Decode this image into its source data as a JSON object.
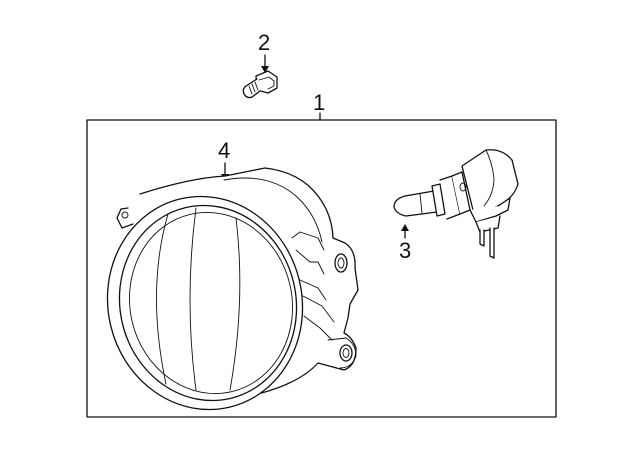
{
  "diagram": {
    "callouts": {
      "assembly": "1",
      "bolt": "2",
      "bulb": "3",
      "housing": "4"
    }
  }
}
